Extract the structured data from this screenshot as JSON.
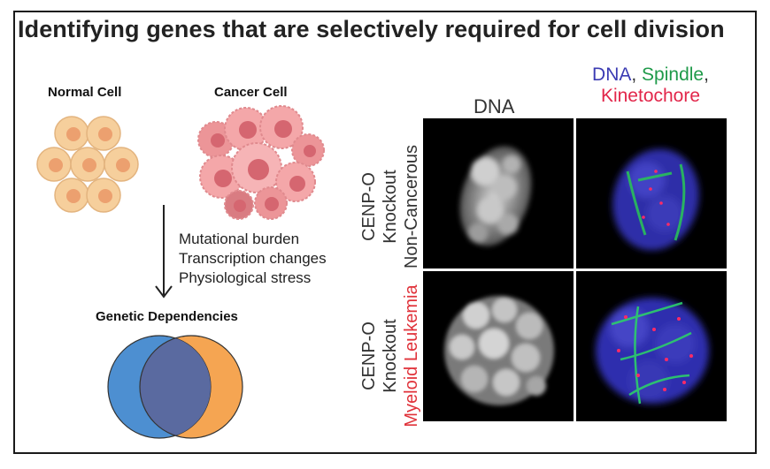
{
  "title": "Identifying genes that are selectively required for cell division",
  "labels": {
    "normal_cell": "Normal Cell",
    "cancer_cell": "Cancer Cell",
    "dependencies": "Genetic Dependencies"
  },
  "reasons": [
    "Mutational burden",
    "Transcription changes",
    "Physiological stress"
  ],
  "columns": {
    "dna": "DNA",
    "merge": {
      "dna": "DNA",
      "sep1": ", ",
      "spindle": "Spindle",
      "sep2": ",",
      "kinetochore": "Kinetochore"
    }
  },
  "rows": [
    {
      "line1": "CENP-O",
      "line2": "Knockout",
      "line3": "Non-Cancerous"
    },
    {
      "line1": "CENP-O",
      "line2": "Knockout",
      "line3": "Myeloid Leukemia"
    }
  ],
  "colors": {
    "normal_cell_fill": "#f6cf9c",
    "normal_nucleus": "#eca06f",
    "cancer_cell_fill": "#f4a7a9",
    "cancer_nucleus": "#d56670",
    "venn_left": "#4d8fd1",
    "venn_right": "#f5a552",
    "dna_blue": "#3b3bb3",
    "spindle_green": "#1f9a4a",
    "kinetochore_red": "#e2264a",
    "leukemia_red": "#e0323a"
  }
}
